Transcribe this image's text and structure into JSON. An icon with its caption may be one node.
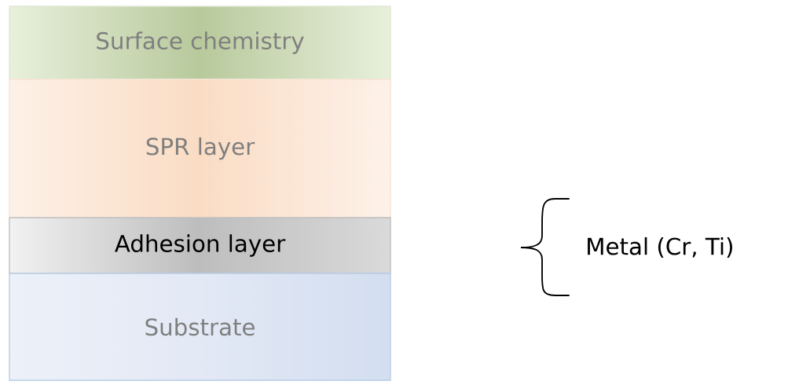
{
  "diagram": {
    "nodes": [
      {
        "text": [
          "Surface chemistry"
        ]
      },
      {
        "text": [
          "SPR layer"
        ]
      },
      {
        "text": [
          "Adhesion layer"
        ]
      },
      {
        "text": [
          "Substrate"
        ]
      }
    ],
    "labels": [
      "Metal (Cr, Ti)"
    ]
  }
}
